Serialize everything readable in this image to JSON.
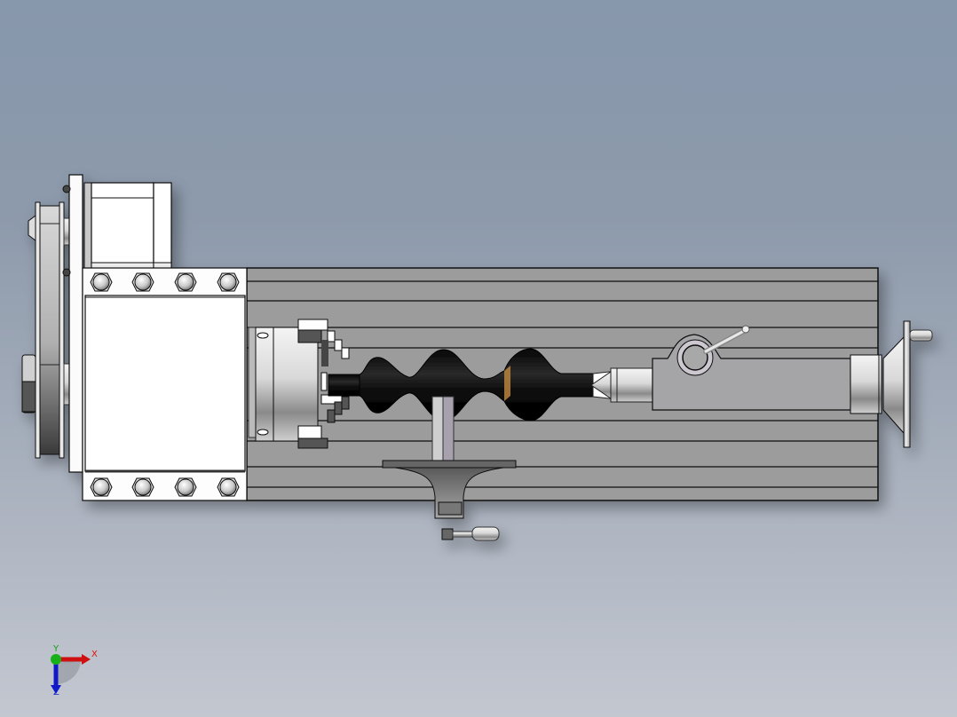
{
  "viewport": {
    "type": "3d-cad-model-view",
    "model": "mini-lathe-assembly",
    "background_top": "#8797ac",
    "background_bottom": "#c3c7d0"
  },
  "model_parts": {
    "bed": "lathe-bed",
    "headstock": "headstock-housing",
    "motor": "stepper-motor",
    "pulley": "drive-pulley",
    "chuck": "three-jaw-chuck",
    "workpiece": "turned-workpiece",
    "tool_rest": "tool-rest",
    "tailstock": "tailstock",
    "handwheel": "tailstock-handwheel"
  },
  "triad": {
    "x_label": "X",
    "y_label": "Y",
    "z_label": "Z",
    "x_color": "#e01010",
    "y_color": "#10a010",
    "z_color": "#1020d0"
  }
}
